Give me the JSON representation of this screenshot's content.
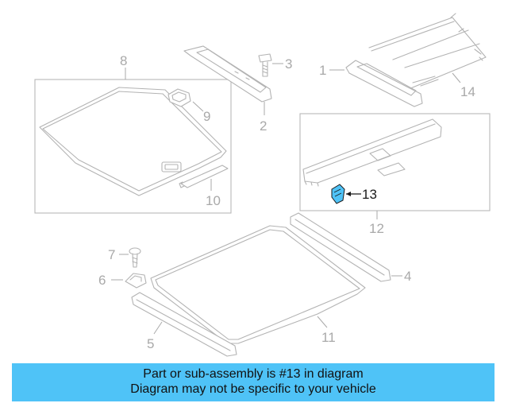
{
  "callouts": {
    "c1": "1",
    "c2": "2",
    "c3": "3",
    "c4": "4",
    "c5": "5",
    "c6": "6",
    "c7": "7",
    "c8": "8",
    "c9": "9",
    "c10": "10",
    "c11": "11",
    "c12": "12",
    "c13": "13",
    "c14": "14"
  },
  "highlight_color": "#4fc3f7",
  "banner": {
    "line1": "Part or sub-assembly is #13 in diagram",
    "line2": "Diagram may not be specific to your vehicle",
    "color": "#4fc3f7"
  }
}
